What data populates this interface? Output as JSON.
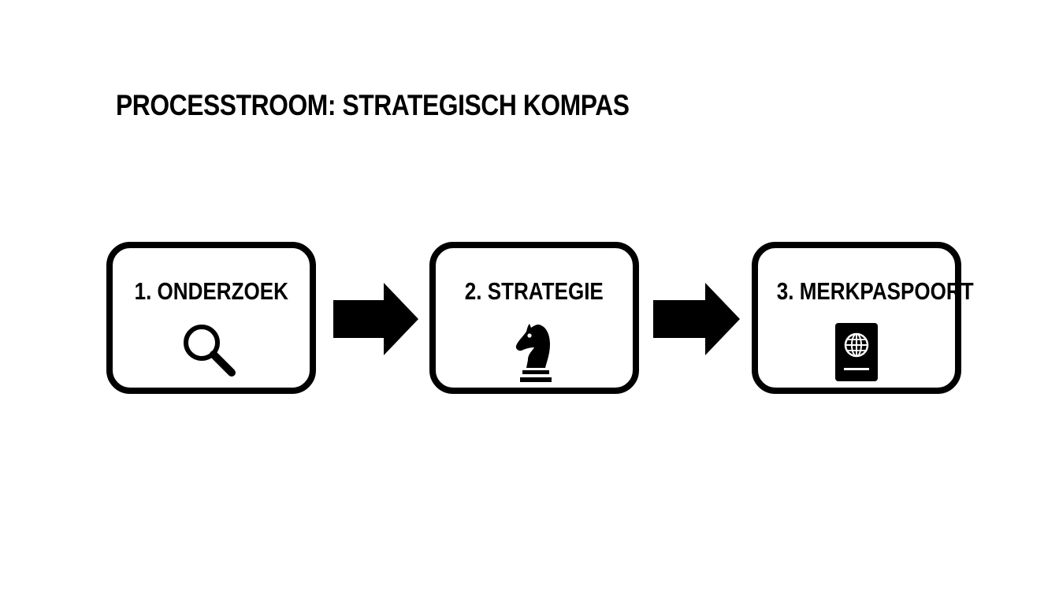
{
  "title": "PROCESSTROOM: STRATEGISCH KOMPAS",
  "steps": [
    {
      "label": "1. ONDERZOEK",
      "icon": "magnifying-glass-icon"
    },
    {
      "label": "2. STRATEGIE",
      "icon": "chess-knight-icon"
    },
    {
      "label": "3. MERKPASPOORT",
      "icon": "passport-icon"
    }
  ],
  "colors": {
    "stroke": "#000000",
    "background": "#ffffff"
  }
}
